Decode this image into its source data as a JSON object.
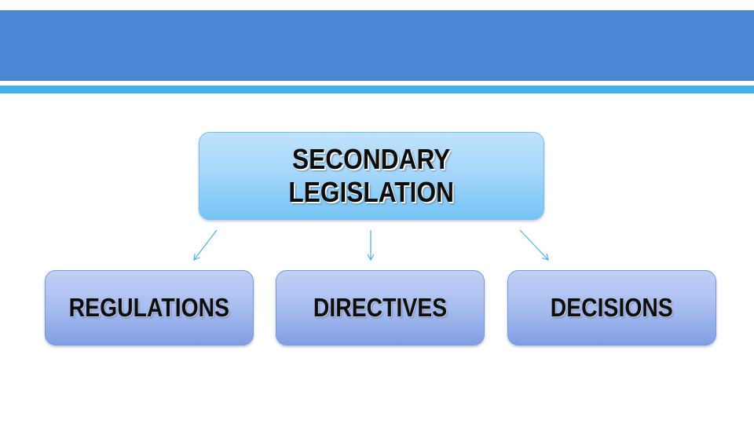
{
  "colors": {
    "header_band": "#4a86d4",
    "header_stripe": "#3eb0ee",
    "top_box": "#a7d7fb",
    "child_box": "#a8bdf0",
    "connector": "#4bb1ea"
  },
  "diagram": {
    "root": {
      "line1": "SECONDARY",
      "line2": "LEGISLATION"
    },
    "children": [
      {
        "label": "REGULATIONS"
      },
      {
        "label": "DIRECTIVES"
      },
      {
        "label": "DECISIONS"
      }
    ]
  }
}
